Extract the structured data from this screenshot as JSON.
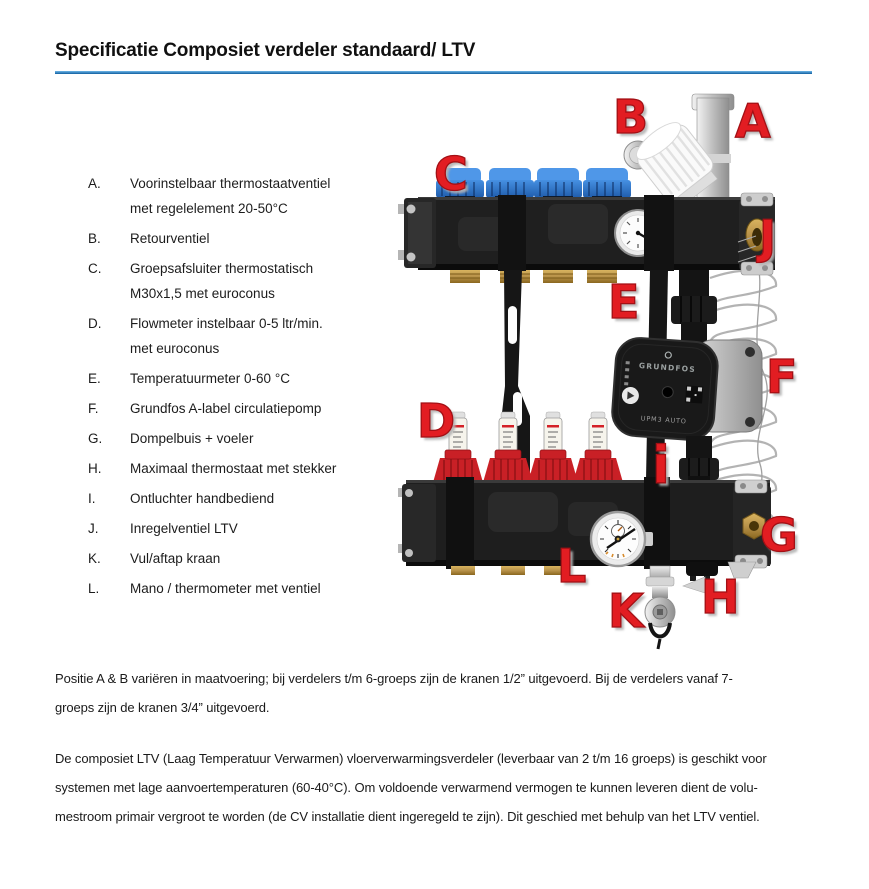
{
  "page": {
    "title": "Specificatie Composiet verdeler standaard/ LTV"
  },
  "colors": {
    "title_rule_blue": "#2e79bd",
    "photo_label_red": "#e21d22",
    "valve_cap_blue": "#2f7bd4",
    "flowmeter_red": "#c92026",
    "brass": "#b8924a"
  },
  "parts_list": {
    "items": [
      {
        "letter": "A.",
        "lines": [
          "Voorinstelbaar thermostaatventiel",
          "met regelelement 20-50°C"
        ]
      },
      {
        "letter": "B.",
        "lines": [
          "Retourventiel"
        ]
      },
      {
        "letter": "C.",
        "lines": [
          "Groepsafsluiter thermostatisch",
          "M30x1,5 met euroconus"
        ]
      },
      {
        "letter": "D.",
        "lines": [
          "Flowmeter instelbaar 0-5 ltr/min.",
          "met euroconus"
        ]
      },
      {
        "letter": "E.",
        "lines": [
          "Temperatuurmeter 0-60 °C"
        ]
      },
      {
        "letter": "F.",
        "lines": [
          "Grundfos A-label circulatiepomp"
        ]
      },
      {
        "letter": "G.",
        "lines": [
          "Dompelbuis + voeler"
        ]
      },
      {
        "letter": "H.",
        "lines": [
          "Maximaal thermostaat met stekker"
        ]
      },
      {
        "letter": "I.",
        "lines": [
          "Ontluchter handbediend"
        ]
      },
      {
        "letter": "J.",
        "lines": [
          "Inregelventiel  LTV"
        ]
      },
      {
        "letter": "K.",
        "lines": [
          "Vul/aftap kraan"
        ]
      },
      {
        "letter": "L.",
        "lines": [
          "Mano / thermometer met ventiel"
        ]
      }
    ]
  },
  "photo": {
    "labels": [
      {
        "letter": "A"
      },
      {
        "letter": "B"
      },
      {
        "letter": "C"
      },
      {
        "letter": "D"
      },
      {
        "letter": "E"
      },
      {
        "letter": "F"
      },
      {
        "letter": "G"
      },
      {
        "letter": "H"
      },
      {
        "letter": "i"
      },
      {
        "letter": "J"
      },
      {
        "letter": "K"
      },
      {
        "letter": "L"
      }
    ],
    "pump": {
      "brand": "GRUNDFOS",
      "model": "UPM3 AUTO"
    }
  },
  "paragraphs": {
    "p1_lines": [
      "Positie A & B variëren in maatvoering; bij verdelers t/m 6-groeps zijn de kranen 1/2” uitgevoerd. Bij de verdelers vanaf 7-",
      "groeps zijn de kranen 3/4” uitgevoerd."
    ],
    "p2_lines": [
      "De composiet LTV (Laag Temperatuur Verwarmen) vloerverwarmingsverdeler (leverbaar van 2 t/m 16 groeps) is geschikt voor",
      "systemen met lage aanvoertemperaturen (60-40°C). Om voldoende verwarmend vermogen te kunnen leveren dient de volu-",
      "mestroom primair vergroot te worden (de CV installatie dient ingeregeld te zijn). Dit geschied met behulp van het LTV ventiel."
    ]
  }
}
